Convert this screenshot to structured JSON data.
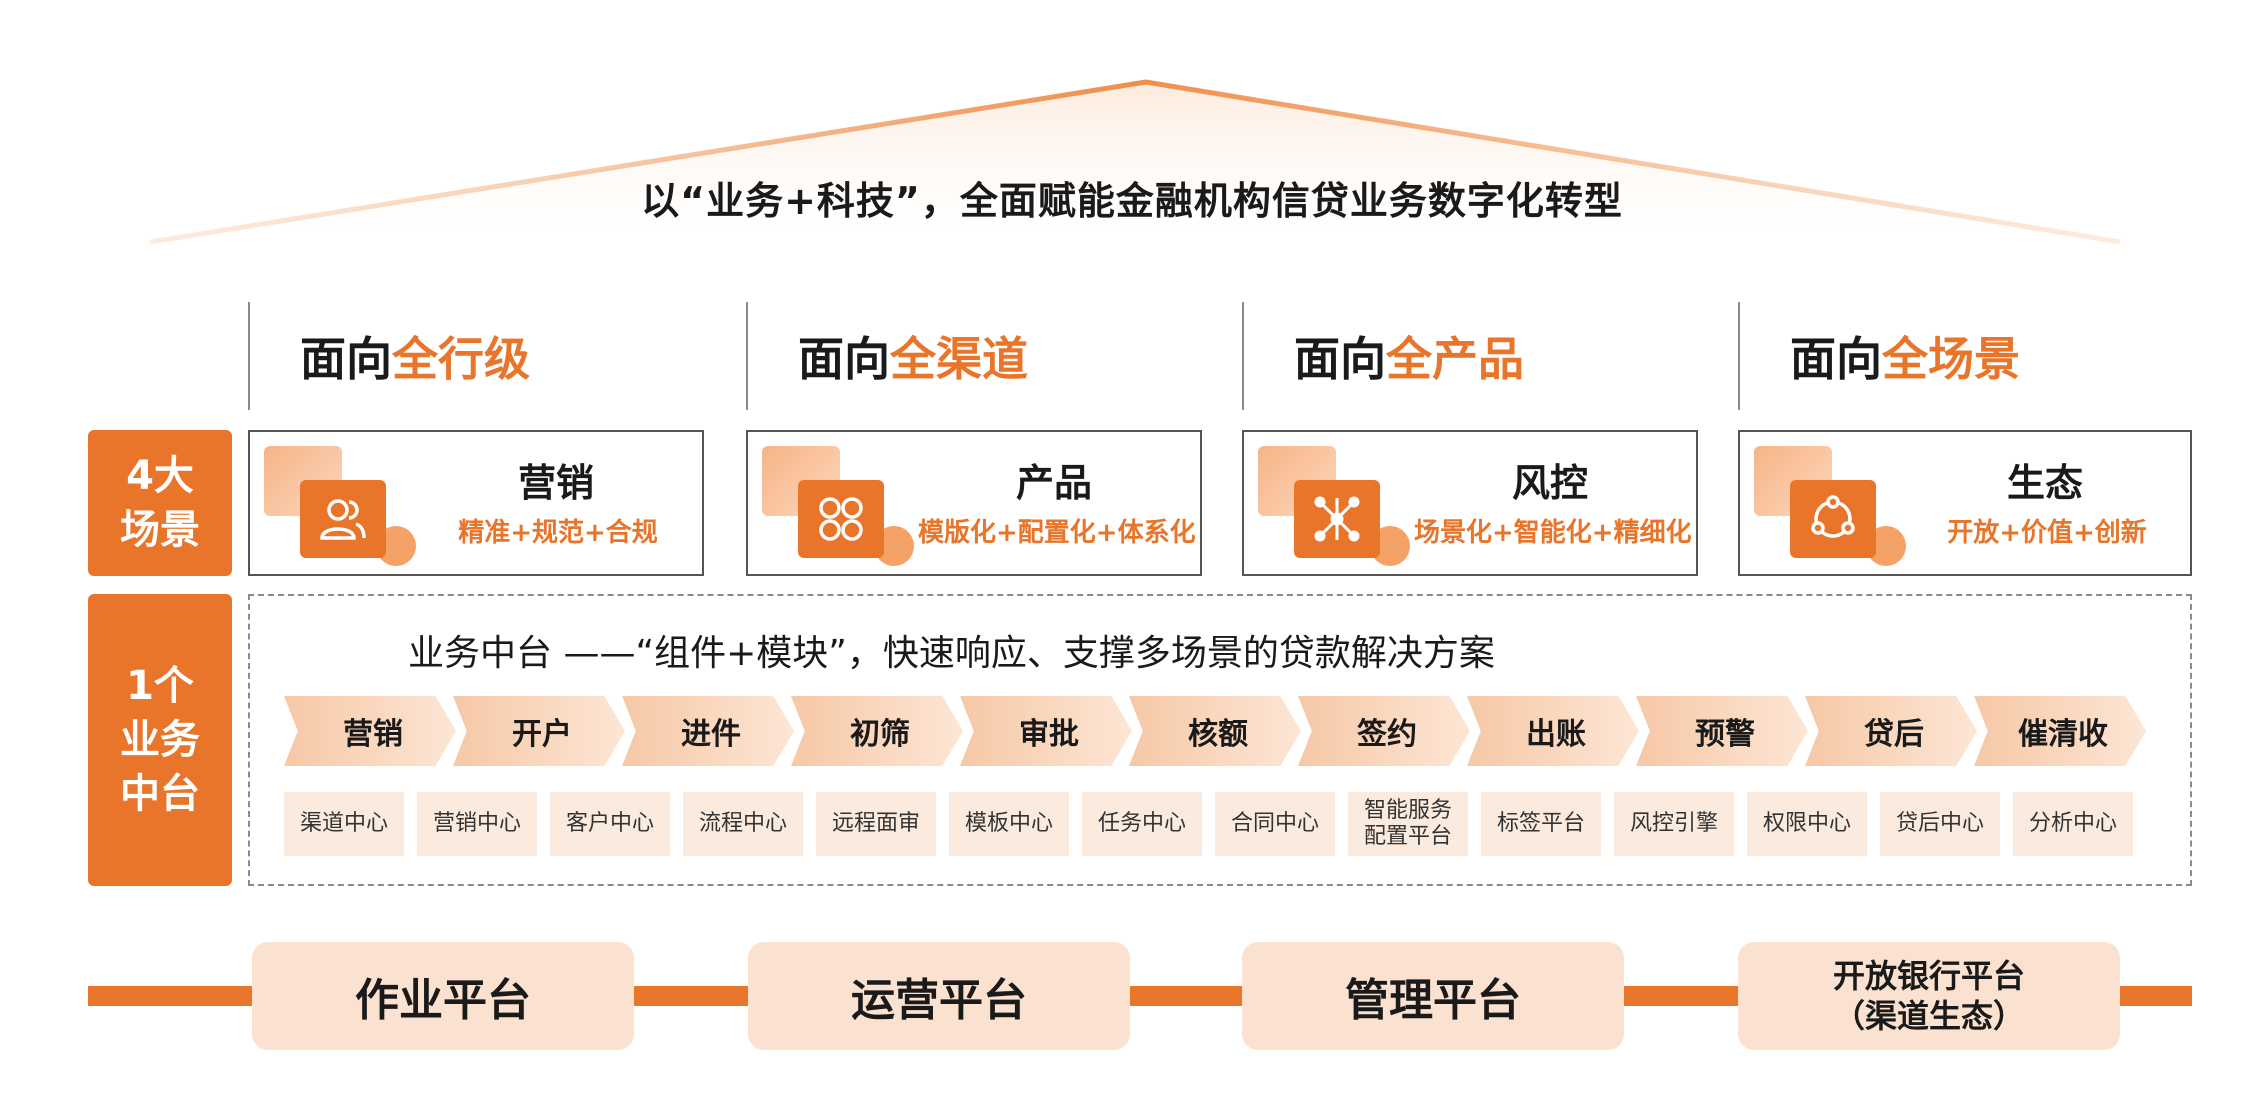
{
  "roof": {
    "title": "以“业务+科技”，全面赋能金融机构信贷业务数字化转型"
  },
  "colors": {
    "accent": "#e8752a",
    "light_orange": "#fbe2d0",
    "module_bg": "#fbeade"
  },
  "columns": [
    {
      "prefix": "面向",
      "highlight": "全行级"
    },
    {
      "prefix": "面向",
      "highlight": "全渠道"
    },
    {
      "prefix": "面向",
      "highlight": "全产品"
    },
    {
      "prefix": "面向",
      "highlight": "全场景"
    }
  ],
  "scenes": {
    "label_line1": "4大",
    "label_line2": "场景",
    "cards": [
      {
        "title": "营销",
        "subtitle": "精准+规范+合规",
        "icon": "users-icon"
      },
      {
        "title": "产品",
        "subtitle": "模版化+配置化+体系化",
        "icon": "modules-icon"
      },
      {
        "title": "风控",
        "subtitle": "场景化+智能化+精细化",
        "icon": "network-icon"
      },
      {
        "title": "生态",
        "subtitle": "开放+价值+创新",
        "icon": "ecosystem-cycle-icon"
      }
    ]
  },
  "middle": {
    "label_line1": "1个",
    "label_line2": "业务",
    "label_line3": "中台",
    "title": "业务中台  ——“组件+模块”，快速响应、支撑多场景的贷款解决方案",
    "flow": [
      "营销",
      "开户",
      "进件",
      "初筛",
      "审批",
      "核额",
      "签约",
      "出账",
      "预警",
      "贷后",
      "催清收"
    ],
    "modules": [
      "渠道中心",
      "营销中心",
      "客户中心",
      "流程中心",
      "远程面审",
      "模板中心",
      "任务中心",
      "合同中心",
      "智能服务\n配置平台",
      "标签平台",
      "风控引擎",
      "权限中心",
      "贷后中心",
      "分析中心"
    ]
  },
  "platforms": [
    {
      "line1": "作业平台",
      "line2": ""
    },
    {
      "line1": "运营平台",
      "line2": ""
    },
    {
      "line1": "管理平台",
      "line2": ""
    },
    {
      "line1": "开放银行平台",
      "line2": "（渠道生态）"
    }
  ]
}
